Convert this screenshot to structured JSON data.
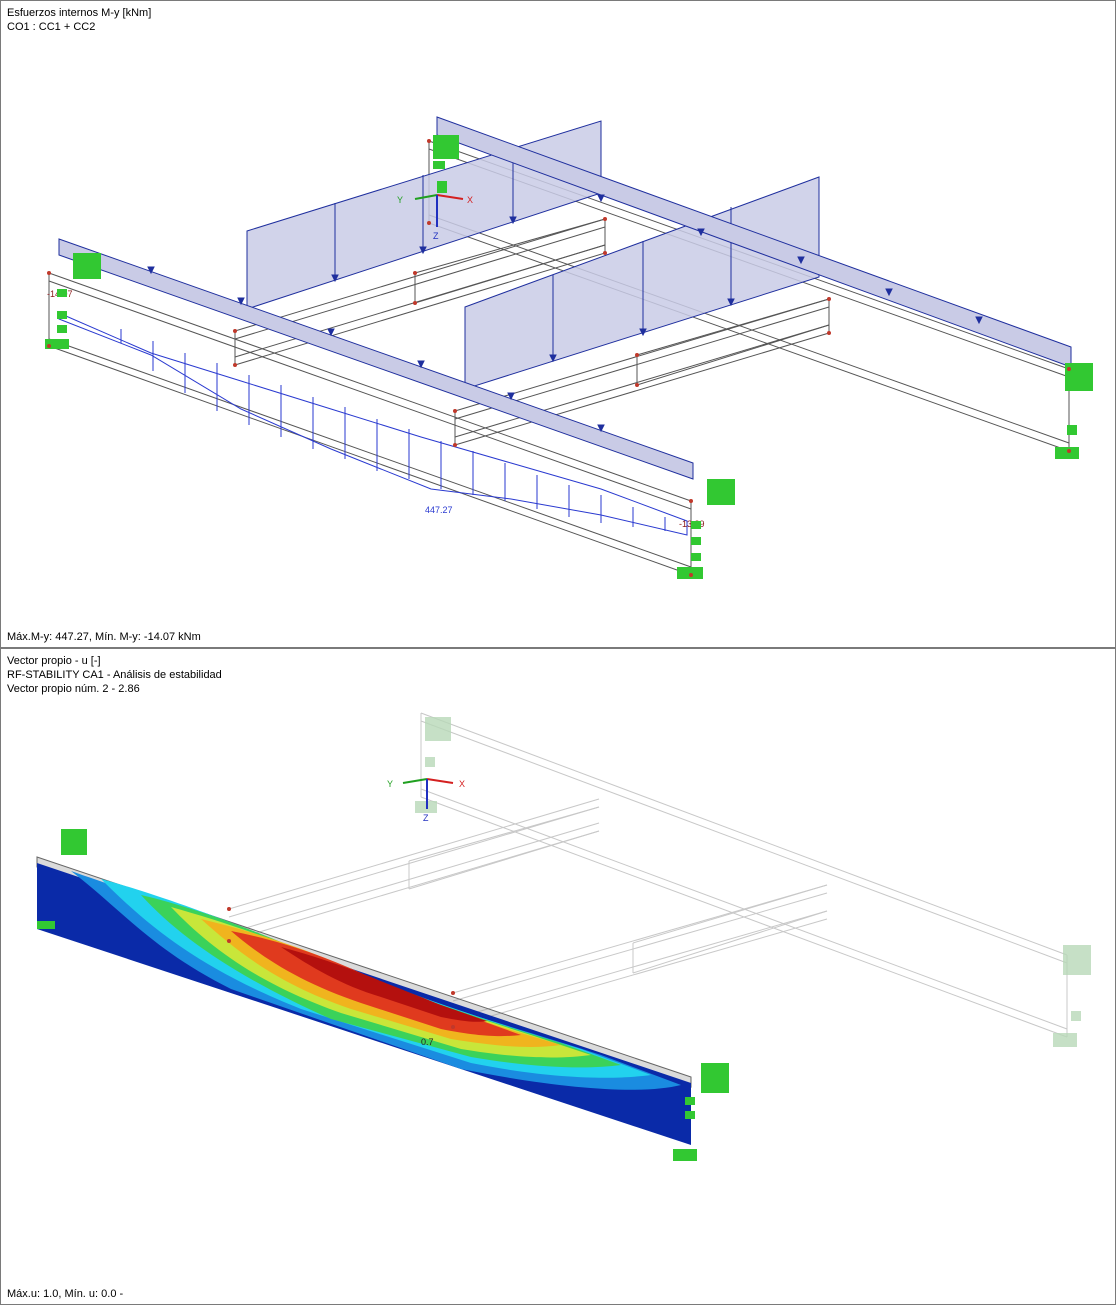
{
  "top_view": {
    "title": "Esfuerzos internos M-y [kNm]",
    "subtitle": "CO1 : CC1 + CC2",
    "footer": "Máx.M-y: 447.27, Mín. M-y: -14.07 kNm",
    "labels": {
      "max_value": "447.27",
      "min_left": "-14.07",
      "min_right": "-13.89"
    },
    "axes": {
      "x": "X",
      "y": "Y",
      "z": "Z"
    }
  },
  "bottom_view": {
    "title": "Vector propio - u [-]",
    "subtitle": "RF-STABILITY CA1 - Análisis de estabilidad",
    "subtitle2": "Vector propio núm. 2  -  2.86",
    "footer": "Máx.u: 1.0, Mín. u: 0.0 -",
    "labels": {
      "contour_value": "0.7"
    },
    "axes": {
      "x": "X",
      "y": "Y",
      "z": "Z"
    }
  },
  "colors": {
    "load": "#1f2f9e",
    "load_fill": "#c9cbe6",
    "moment": "#2a3ad0",
    "support": "#32c832",
    "node": "#c0392b"
  }
}
